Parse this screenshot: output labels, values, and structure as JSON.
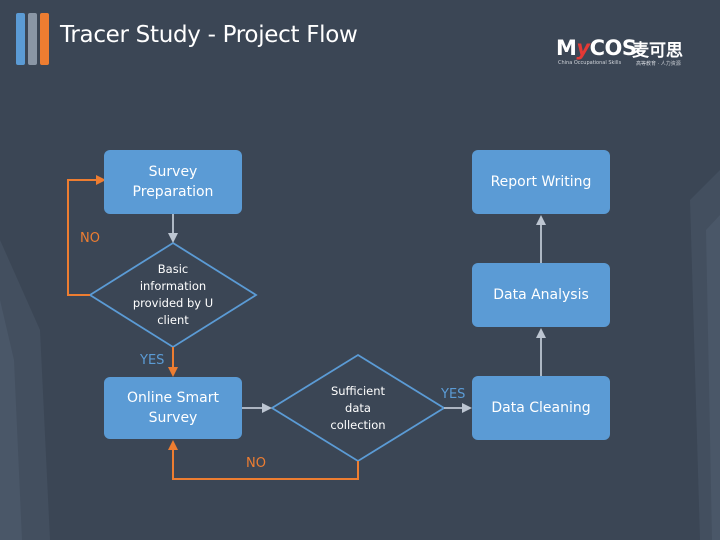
{
  "header": {
    "title": "Tracer Study - Project Flow"
  },
  "logo": {
    "brand_m": "M",
    "brand_y": "y",
    "brand_rest": "COS",
    "brand_cn": "麦可思",
    "tagline_en": "China Occupational Skills",
    "tagline_cn": "高等教育 · 人力资源"
  },
  "flow": {
    "survey_preparation": "Survey Preparation",
    "report_writing": "Report Writing",
    "decision_basic_info": "Basic information provided by U client",
    "data_analysis": "Data Analysis",
    "online_smart_survey": "Online Smart Survey",
    "decision_sufficient_data": "Sufficient data collection",
    "data_cleaning": "Data Cleaning",
    "label_no_top": "NO",
    "label_yes_left": "YES",
    "label_no_bottom": "NO",
    "label_yes_right": "YES"
  },
  "colors": {
    "background": "#3b4655",
    "box_fill": "#5b9bd5",
    "arrow_orange": "#ed7d31",
    "arrow_light": "#bcc5d1",
    "accent_bar_blue": "#5b9bd5",
    "accent_bar_orange": "#ed7d31"
  }
}
